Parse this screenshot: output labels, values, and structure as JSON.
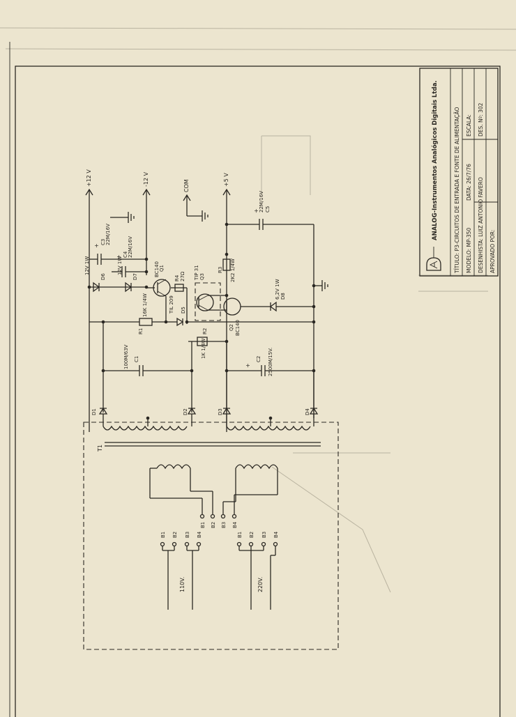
{
  "title_block": {
    "company": "ANALOG-Instrumentos Analógicos Digitais Ltda.",
    "titulo": "TÍTULO: P3-CIRCUITOS DE ENTRADA E FONTE DE ALIMENTAÇÃO",
    "modelo": "MODELO: MP-350",
    "data": "DATA: 26/7/76",
    "escala": "ESCALA:",
    "desenhista": "DESENHISTA: LUIZ ANTONIO FAVERO",
    "des_no": "DES. Nº: 302",
    "aprovado": "APROVADO POR:"
  },
  "rails": {
    "p12": "+12 V",
    "m12": "-12 V",
    "com": "COM",
    "p5": "+5 V"
  },
  "components": {
    "c3": "22M/16V",
    "c3_ref": "C3",
    "c4": "22M/16V",
    "c4_ref": "C4",
    "d6": "12V 1W",
    "d6_ref": "D6",
    "d7": "12V 1W",
    "d7_ref": "D7",
    "q1": "BC140",
    "q1_ref": "Q1",
    "r4": "27Ω",
    "r4_ref": "R4",
    "q3": "TIP 31",
    "q3_ref": "Q3",
    "r3": "2K2 1/4W",
    "r3_ref": "R3",
    "c5": "22M/16V",
    "c5_ref": "C5",
    "d5": "TIL 209",
    "d5_ref": "D5",
    "r1": "16K 1/4W",
    "r1_ref": "R1",
    "q2": "BC140",
    "q2_ref": "Q2",
    "d8": "6,2V 1W",
    "d8_ref": "D8",
    "r2": "1K 1/4W",
    "r2_ref": "R2",
    "c1": "100M/63V",
    "c1_ref": "C1",
    "c2": "2500M/15V.",
    "c2_ref": "C2",
    "d1": "D1",
    "d2": "D2",
    "d3": "D3",
    "d4": "D4",
    "t1": "T1"
  },
  "taps": {
    "b1": "B1",
    "b2": "B2",
    "b3": "B3",
    "b4": "B4"
  },
  "mains": {
    "v110": "110V.",
    "v220": "220V."
  },
  "marks": {
    "plus": "+"
  }
}
